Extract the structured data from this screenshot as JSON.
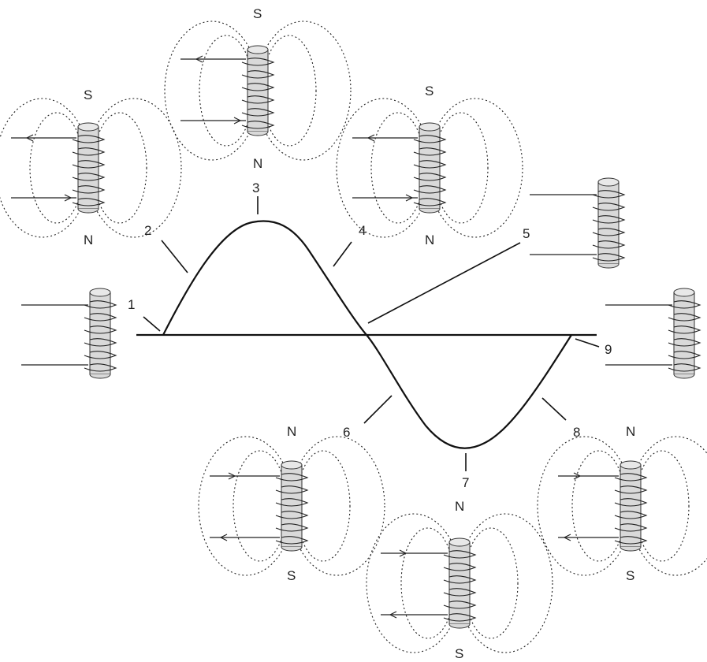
{
  "point_labels": [
    "1",
    "2",
    "3",
    "4",
    "5",
    "6",
    "7",
    "8",
    "9"
  ],
  "pole_labels": {
    "coil2_top": "S",
    "coil2_bottom": "N",
    "coil3_top": "S",
    "coil3_bottom": "N",
    "coil4_top": "S",
    "coil4_bottom": "N",
    "coil6_top": "N",
    "coil6_bottom": "S",
    "coil7_top": "N",
    "coil7_bottom": "S",
    "coil8_top": "N",
    "coil8_bottom": "S"
  },
  "colors": {
    "ink": "#111111",
    "core": "#d9d9d9"
  }
}
